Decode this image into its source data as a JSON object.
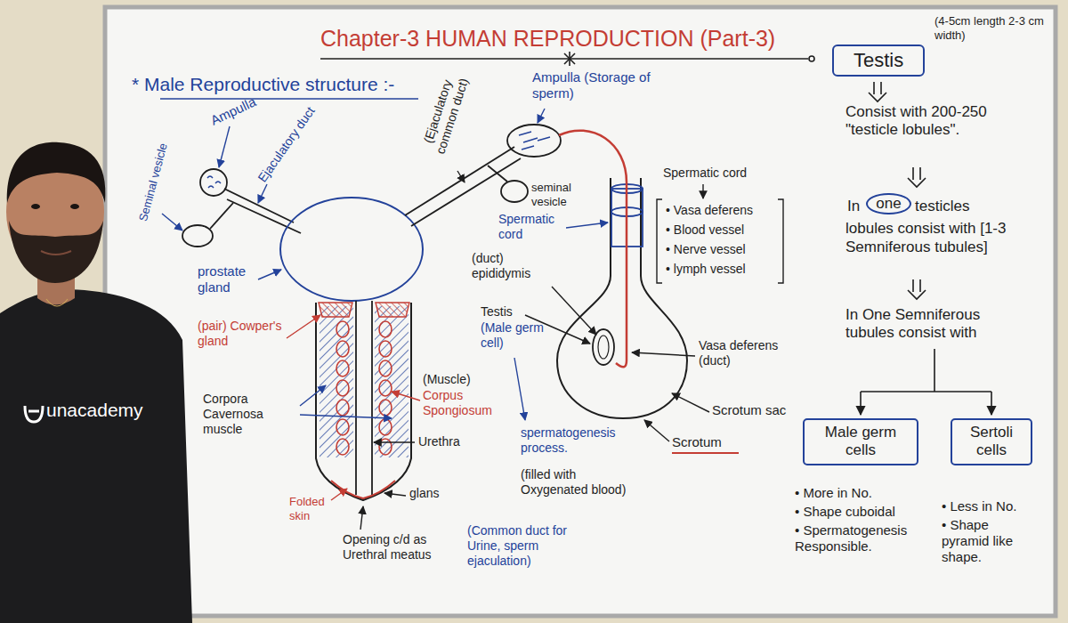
{
  "diagram": {
    "title": "Chapter-3 HUMAN REPRODUCTION (Part-3)",
    "nodes": [
      {
        "text": [
          "Testis"
        ]
      },
      {
        "text": [
          "one"
        ]
      },
      {
        "text": [
          "Male germ cells"
        ]
      },
      {
        "text": [
          "Sertoli cells"
        ]
      }
    ],
    "labels": [
      "(4-5cm length 2-3 cm width)",
      "* Male Reproductive structure :-",
      "Ampulla",
      "Seminal vesicle",
      "Ejaculatory duct",
      "(Ejaculatory common duct)",
      "Ampulla (Storage of sperm)",
      "seminal vesicle",
      "Spermatic cord",
      "Spermatic cord",
      "• Vasa deferens",
      "• Blood vessel",
      "• Nerve vessel",
      "• lymph vessel",
      "(duct) epididymis",
      "Testis",
      "(Male germ cell)",
      "spermatogenesis process.",
      "Vasa deferens (duct)",
      "Scrotum sac",
      "Scrotum",
      "prostate gland",
      "(pair) Cowper's gland",
      "Corpora Cavernosa muscle",
      "(Muscle)",
      "Corpus Spongiosum",
      "(filled with Oxygenated blood)",
      "Urethra",
      "(Common duct for Urine, sperm ejaculation)",
      "glans",
      "Opening c/d as Urethral meatus",
      "Folded skin",
      "Consist with 200-250 \"testicle lobules\".",
      "In",
      "testicles",
      "lobules consist with [1-3 Semniferous tubules]",
      "In One Semniferous tubules consist with",
      "• More in No.",
      "• Shape cuboidal",
      "• Spermatogenesis Responsible.",
      "• Less in No.",
      "• Shape pyramid like shape.",
      "unacademy"
    ]
  }
}
